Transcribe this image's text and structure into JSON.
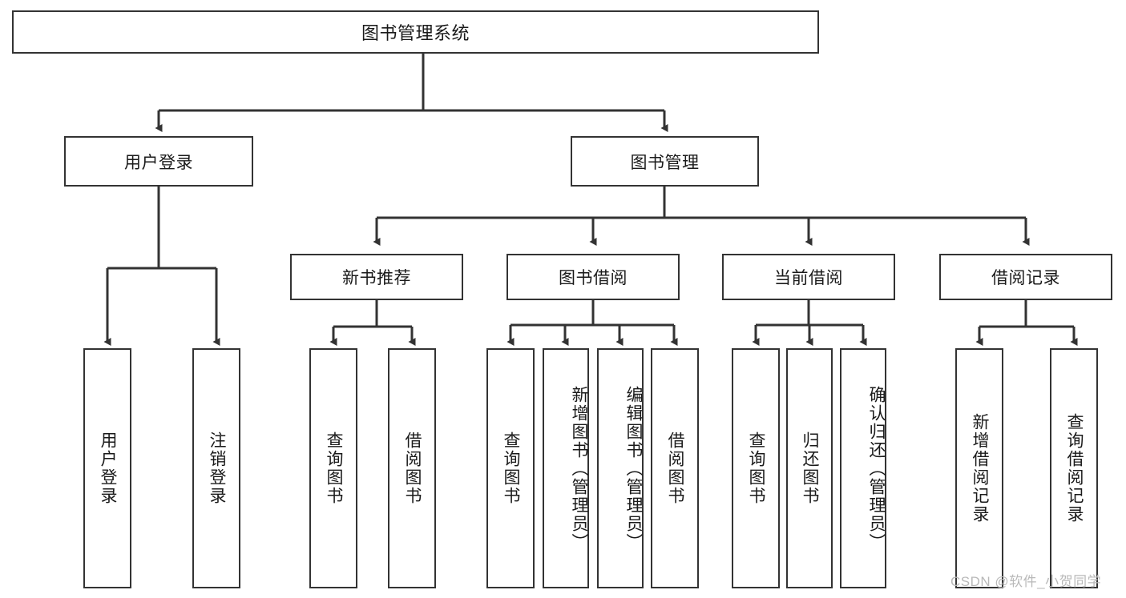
{
  "diagram": {
    "title": "图书管理系统",
    "watermark": "CSDN @软件_小贺同学",
    "levels": {
      "root": {
        "label": "图书管理系统"
      },
      "tier2": [
        {
          "label": "用户登录"
        },
        {
          "label": "图书管理"
        }
      ],
      "tier3": [
        {
          "label": "新书推荐"
        },
        {
          "label": "图书借阅"
        },
        {
          "label": "当前借阅"
        },
        {
          "label": "借阅记录"
        }
      ],
      "leaves": {
        "user_login": [
          {
            "label": "用户登录"
          },
          {
            "label": "注销登录"
          }
        ],
        "new_book_recommend": [
          {
            "label": "查询图书"
          },
          {
            "label": "借阅图书"
          }
        ],
        "book_borrow": [
          {
            "label": "查询图书"
          },
          {
            "label": "新增图书（管理员）"
          },
          {
            "label": "编辑图书（管理员）"
          },
          {
            "label": "借阅图书"
          }
        ],
        "current_borrow": [
          {
            "label": "查询图书"
          },
          {
            "label": "归还图书"
          },
          {
            "label": "确认归还（管理员）"
          }
        ],
        "borrow_record": [
          {
            "label": "新增借阅记录"
          },
          {
            "label": "查询借阅记录"
          }
        ]
      }
    },
    "colors": {
      "stroke": "#333333",
      "fill": "#ffffff",
      "text": "#1a1a1a",
      "watermark": "#b9b9b9"
    }
  }
}
